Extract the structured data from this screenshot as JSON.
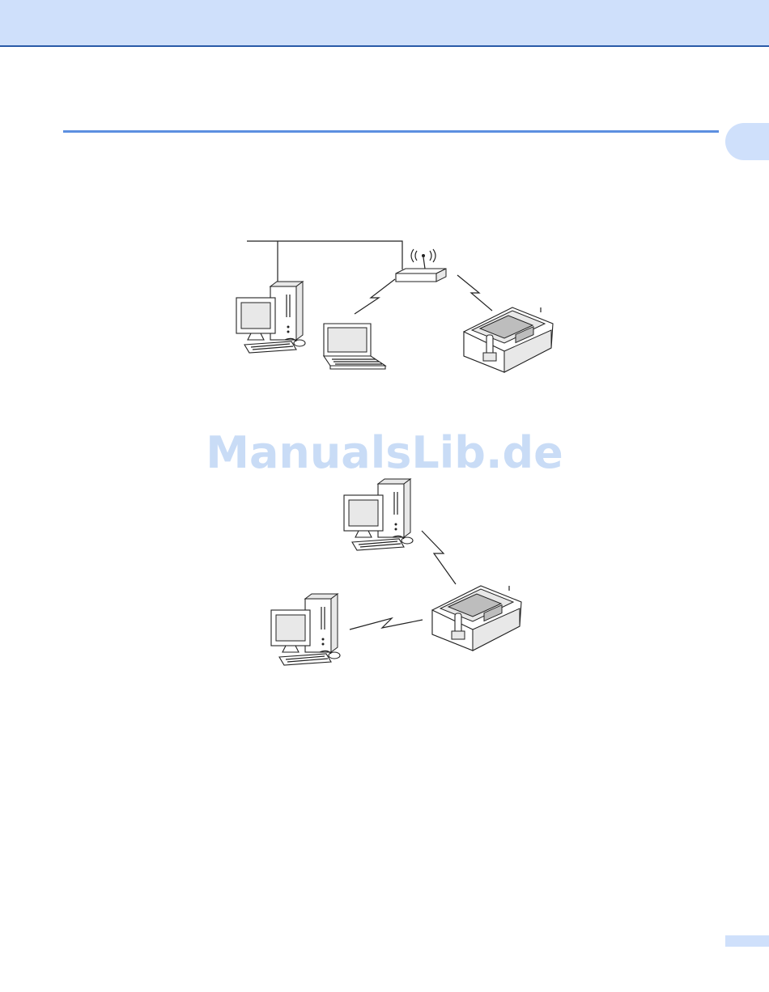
{
  "header": {
    "band": ""
  },
  "chapter_tab": {
    "label": ""
  },
  "watermark": {
    "text": "ManualsLib.de"
  },
  "colors": {
    "band": "#cfe0fb",
    "rule": "#5c8fe0",
    "watermark": "#c9dcf6"
  },
  "diagrams": [
    {
      "name": "infrastructure-mode",
      "devices": [
        "desktop-computer-icon",
        "wireless-router-icon",
        "laptop-icon",
        "printer-icon"
      ]
    },
    {
      "name": "ad-hoc-mode",
      "devices": [
        "desktop-computer-icon",
        "desktop-computer-icon",
        "printer-icon"
      ]
    }
  ]
}
